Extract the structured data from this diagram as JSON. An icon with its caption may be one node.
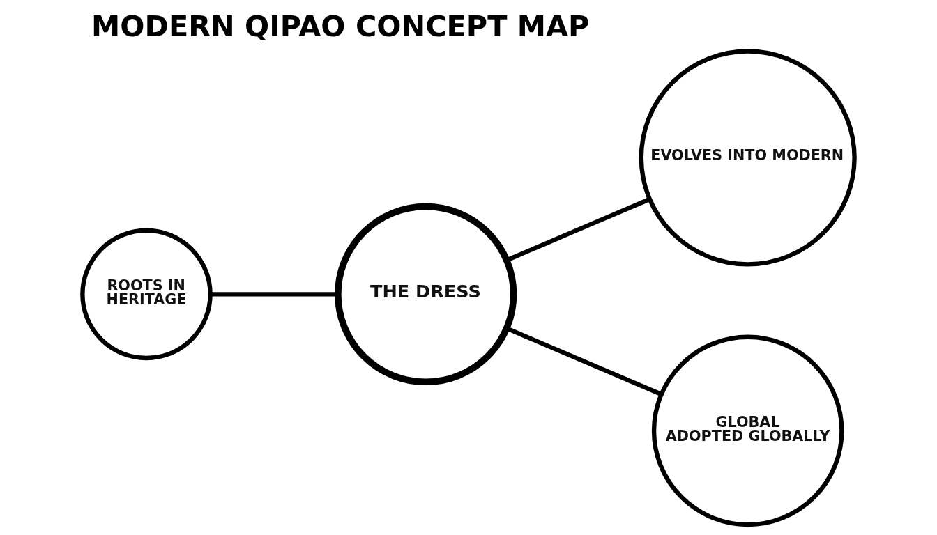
{
  "diagram": {
    "title": "MODERN QIPAO CONCEPT MAP",
    "nodes": [
      {
        "text": [
          "ROOTS IN",
          "HERITAGE"
        ]
      },
      {
        "text": [
          "THE DRESS"
        ]
      },
      {
        "text": [
          "EVOLVES INTO MODERN"
        ]
      },
      {
        "text": [
          "GLOBAL",
          "ADOPTED GLOBALLY"
        ]
      }
    ],
    "edges": [
      {
        "from": 0,
        "to": 1,
        "arrow": "none"
      },
      {
        "from": 1,
        "to": 2,
        "arrow": "none"
      },
      {
        "from": 1,
        "to": 3,
        "arrow": "none"
      }
    ]
  }
}
